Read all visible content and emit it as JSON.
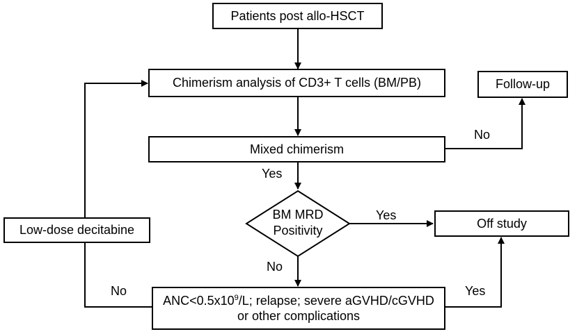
{
  "nodes": {
    "start": "Patients post allo-HSCT",
    "chimerism": "Chimerism analysis of CD3+ T cells (BM/PB)",
    "followup": "Follow-up",
    "mixed": "Mixed chimerism",
    "mrd_line1": "BM MRD",
    "mrd_line2": "Positivity",
    "decitabine": "Low-dose decitabine",
    "offstudy": "Off study",
    "complications_a": "ANC<0.5x10",
    "complications_sup": "9",
    "complications_b": "/L; relapse; severe aGVHD/cGVHD",
    "complications_line2": "or other complications"
  },
  "edge_labels": {
    "mixed_no": "No",
    "mixed_yes": "Yes",
    "mrd_yes": "Yes",
    "mrd_no": "No",
    "comp_no": "No",
    "comp_yes": "Yes"
  },
  "line_color": "#000000"
}
